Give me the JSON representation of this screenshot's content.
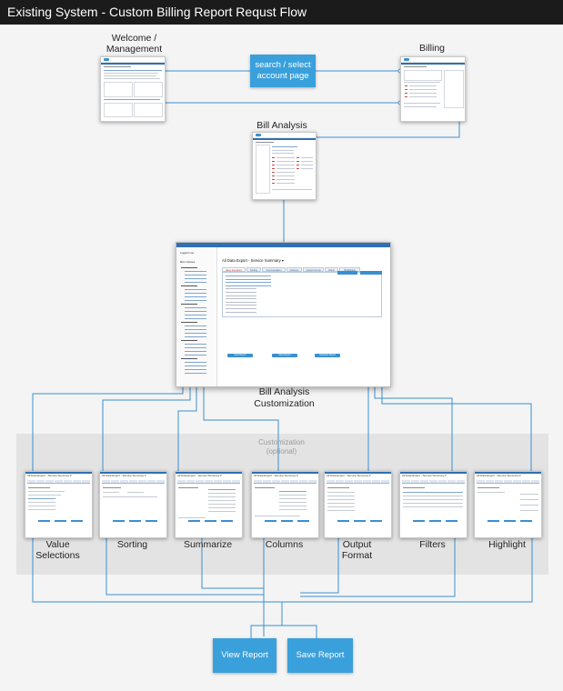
{
  "page_title": "Existing System - Custom Billing Report Requst Flow",
  "screens": {
    "welcome": "Welcome /\nManagement",
    "billing": "Billing",
    "bill_analysis": "Bill Analysis",
    "customization": "Bill Analysis\nCustomization"
  },
  "search_button": "search / select\naccount page",
  "customization_group": "Customization\n(optional)",
  "customization_screens": [
    {
      "label": "Value\nSelections",
      "header": "All Data Export - Service Summary ▾"
    },
    {
      "label": "Sorting",
      "header": "All Data Export - Service Summary ▾"
    },
    {
      "label": "Summarize",
      "header": "All Data Export - Service Summary ▾"
    },
    {
      "label": "Columns",
      "header": "All Data Export - Service Summary ▾"
    },
    {
      "label": "Output\nFormat",
      "header": "All Data Export - Service Summary ▾"
    },
    {
      "label": "Filters",
      "header": "All Data Export - Service Summary ▾"
    },
    {
      "label": "Highlight",
      "header": "All Data Export - Service Summary ▾"
    }
  ],
  "big_screen": {
    "title": "All Data Export - Service Summary ▾",
    "sidebar_heading": "Logged in as:",
    "sidebar_menu": "Menu Options",
    "tabs": [
      "Value Selections",
      "Sorting",
      "Summarization",
      "Columns",
      "Output Format",
      "Filters",
      "Highlighting"
    ],
    "buttons": [
      "View Report",
      "Save Report",
      "Schedule Report"
    ]
  },
  "actions": {
    "view_report": "View Report",
    "save_report": "Save Report"
  },
  "colors": {
    "title_bar": "#1b1b1b",
    "connector": "#3a8fd1",
    "button": "#3aa0dc",
    "band": "#e3e3e3"
  }
}
